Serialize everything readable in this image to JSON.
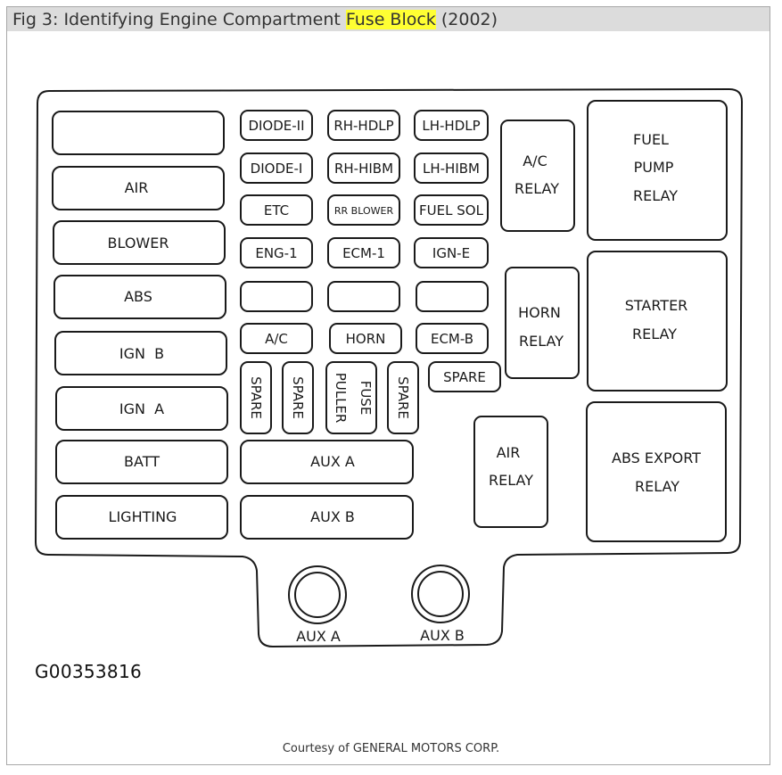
{
  "caption": {
    "prefix": "Fig 3: Identifying Engine Compartment ",
    "highlight": "Fuse Block",
    "suffix": " (2002)"
  },
  "figure_id": "G00353816",
  "courtesy": "Courtesy of GENERAL MOTORS CORP.",
  "colors": {
    "highlight": "#ffff33",
    "caption_bar": "#dcdcdc",
    "outline": "#1a1a1a"
  },
  "left_column": [
    "",
    "AIR",
    "BLOWER",
    "ABS",
    "IGN  B",
    "IGN  A",
    "BATT",
    "LIGHTING"
  ],
  "fuse_grid": [
    [
      "DIODE-II",
      "RH-HDLP",
      "LH-HDLP"
    ],
    [
      "DIODE-I",
      "RH-HIBM",
      "LH-HIBM"
    ],
    [
      "ETC",
      "RR BLOWER",
      "FUEL SOL"
    ],
    [
      "ENG-1",
      "ECM-1",
      "IGN-E"
    ],
    [
      "",
      "",
      ""
    ],
    [
      "A/C",
      "HORN",
      "ECM-B"
    ]
  ],
  "vertical_fuses": [
    "SPARE",
    "SPARE",
    "FUSE",
    "PULLER",
    "SPARE"
  ],
  "spare_fuse": "SPARE",
  "aux_fuses": [
    "AUX A",
    "AUX B"
  ],
  "relays": {
    "ac": [
      "A/C",
      "RELAY"
    ],
    "horn": [
      "HORN",
      "RELAY"
    ],
    "air": [
      "AIR",
      "RELAY"
    ],
    "fuel_pump": [
      "FUEL",
      "PUMP",
      "RELAY"
    ],
    "starter": [
      "STARTER",
      "RELAY"
    ],
    "abs_export": [
      "ABS EXPORT",
      "RELAY"
    ]
  },
  "aux_posts": [
    "AUX A",
    "AUX B"
  ]
}
